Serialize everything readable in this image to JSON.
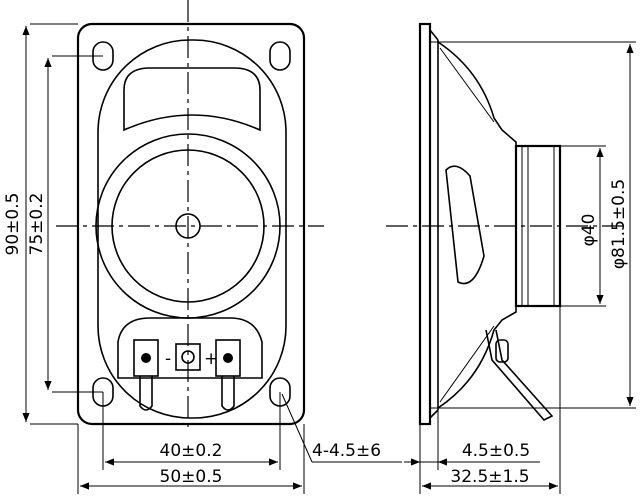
{
  "front_view": {
    "dims": {
      "height_total": "90±0.5",
      "height_holes": "75±0.2",
      "width_holes": "40±0.2",
      "width_total": "50±0.5",
      "holes": "4-4.5±6"
    },
    "terminals": {
      "minus": "-",
      "plus": "+"
    }
  },
  "side_view": {
    "dims": {
      "magnet_dia": "φ40",
      "cone_dia": "φ81.5±0.5",
      "frame_thickness": "4.5±0.5",
      "depth_total": "32.5±1.5"
    }
  }
}
